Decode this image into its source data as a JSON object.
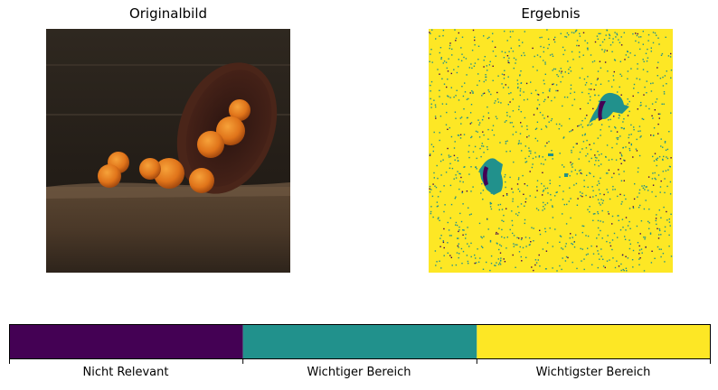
{
  "chart_data": [
    {
      "type": "image",
      "title": "Originalbild",
      "subject": "photo of tangerines spilling from a dark wooden bowl onto a wooden surface"
    },
    {
      "type": "heatmap",
      "title": "Ergebnis",
      "classes": [
        "Nicht Relevant",
        "Wichtiger Bereich",
        "Wichtigster Bereich"
      ],
      "dominant_class": "Wichtigster Bereich"
    }
  ],
  "colorbar": {
    "labels": [
      "Nicht Relevant",
      "Wichtiger Bereich",
      "Wichtigster Bereich"
    ],
    "colors": [
      "#440154",
      "#21918c",
      "#fde725"
    ]
  }
}
